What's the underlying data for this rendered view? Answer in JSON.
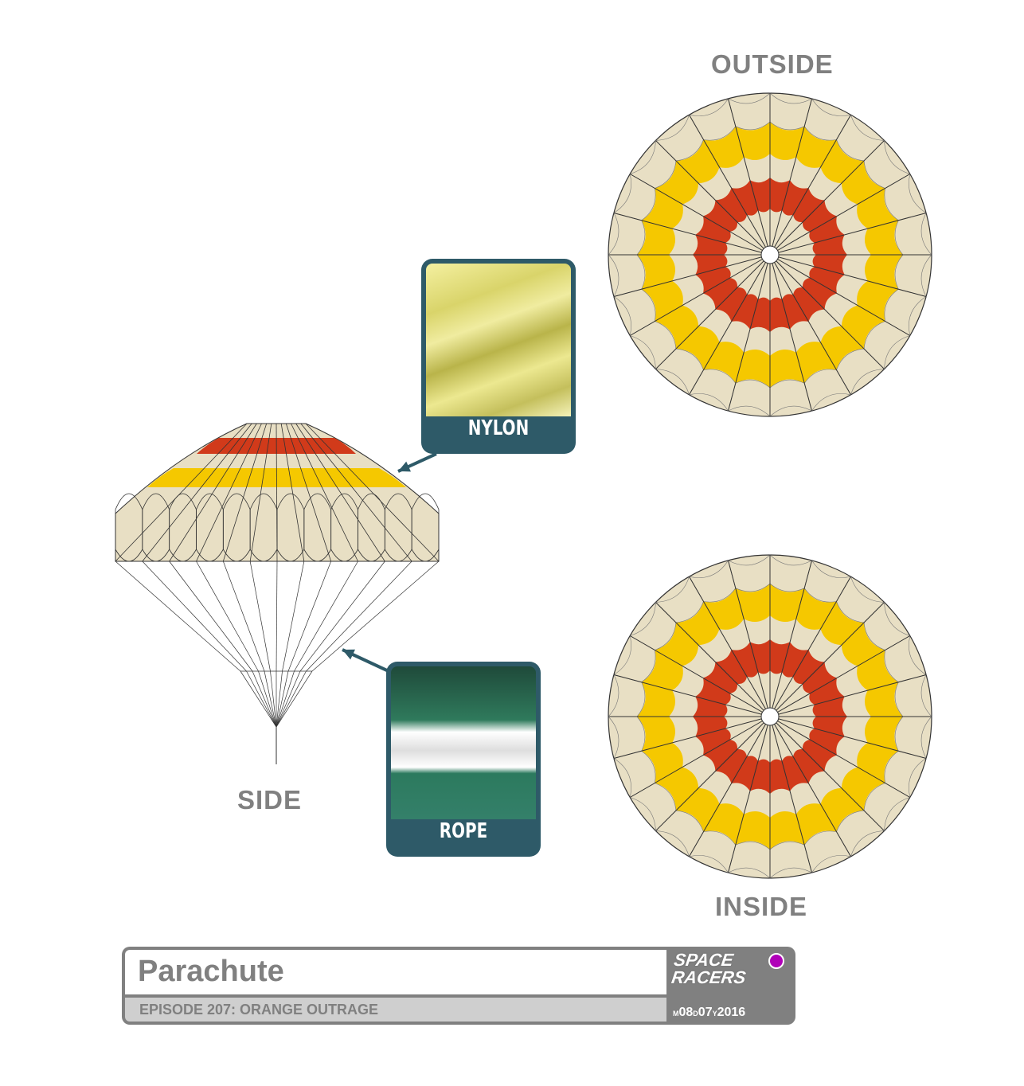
{
  "views": {
    "outside": "OUTSIDE",
    "inside": "INSIDE",
    "side": "SIDE"
  },
  "callouts": [
    {
      "label": "NYLON"
    },
    {
      "label": "ROPE"
    }
  ],
  "titleblock": {
    "title": "Parachute",
    "episode": "EPISODE 207: ORANGE OUTRAGE",
    "logo": "SPACE RACERS",
    "date": {
      "m_prefix": "M",
      "month": "08",
      "d_prefix": "D",
      "day": "07",
      "y_prefix": "Y",
      "year": "2016"
    }
  },
  "canopy": {
    "gores": 24,
    "colors": {
      "base": "#e8dfc4",
      "yellow": "#f5c800",
      "red": "#d13a1a",
      "line": "#333333",
      "callout": "#2e5a68"
    }
  }
}
